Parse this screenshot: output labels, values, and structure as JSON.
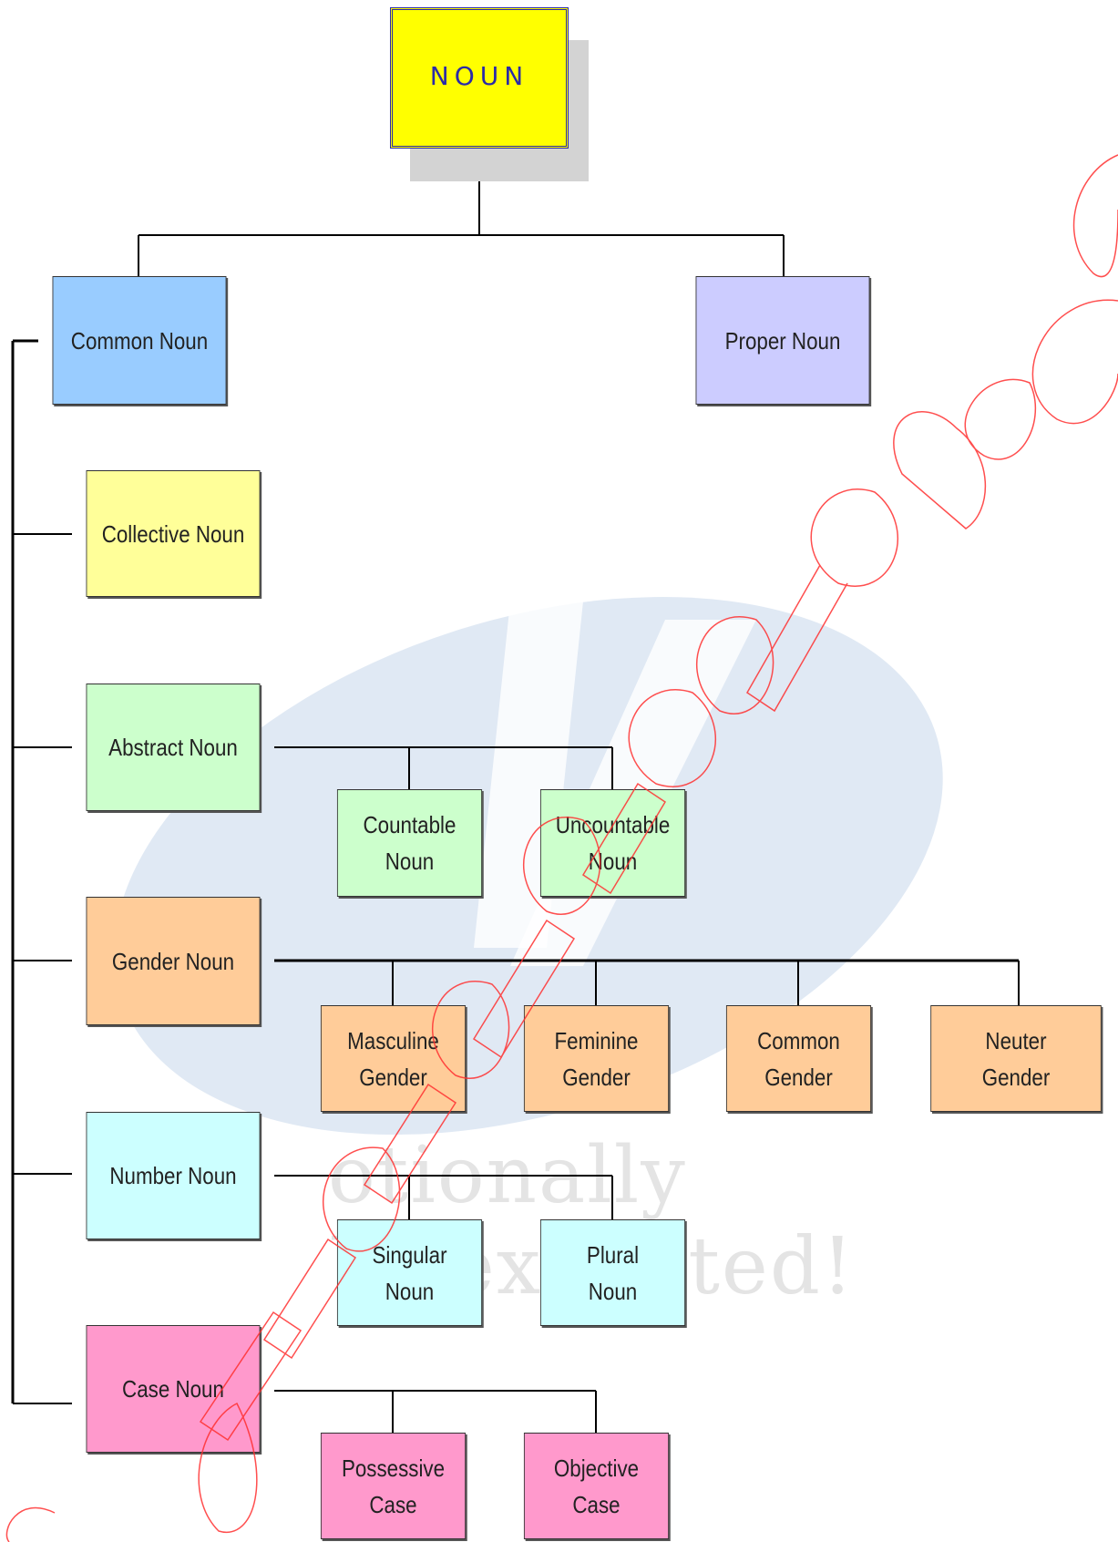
{
  "root": {
    "label": "NOUN"
  },
  "nodes": {
    "common_noun": "Common Noun",
    "proper_noun": "Proper Noun",
    "collective_noun": "Collective Noun",
    "abstract_noun": "Abstract Noun",
    "countable_noun": "Countable\nNoun",
    "uncountable_noun": "Uncountable\nNoun",
    "gender_noun": "Gender Noun",
    "masculine_gender": "Masculine\nGender",
    "feminine_gender": "Feminine\nGender",
    "common_gender": "Common\nGender",
    "neuter_gender": "Neuter\nGender",
    "number_noun": "Number Noun",
    "singular_noun": "Singular\nNoun",
    "plural_noun": "Plural\nNoun",
    "case_noun": "Case Noun",
    "possessive_case": "Possessive\nCase",
    "objective_case": "Objective\nCase"
  },
  "colors": {
    "root": "#ffff00",
    "common": "#99ccff",
    "proper": "#ccccff",
    "collective": "#ffff99",
    "abstract": "#ccffcc",
    "gender": "#ffcc99",
    "number": "#ccffff",
    "case": "#ff99cc",
    "watermark_outline": "#ff0000"
  },
  "watermark": {
    "tagline": "otionally Unexpected!"
  }
}
